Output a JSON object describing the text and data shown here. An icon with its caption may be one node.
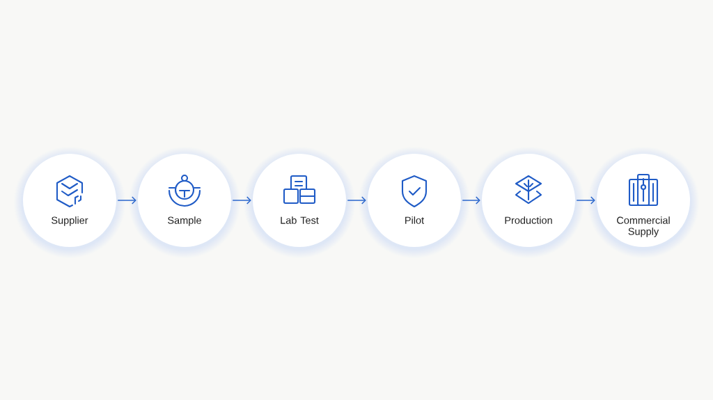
{
  "diagram": {
    "nodes": [
      {
        "text": [
          "Supplier"
        ]
      },
      {
        "text": [
          "Sample"
        ]
      },
      {
        "text": [
          "Lab Test"
        ]
      },
      {
        "text": [
          "Pilot"
        ]
      },
      {
        "text": [
          "Production"
        ]
      },
      {
        "text": [
          "Commercial Supply"
        ]
      }
    ],
    "edges": [
      {
        "from": 0,
        "to": 1,
        "arrow": "to"
      },
      {
        "from": 1,
        "to": 2,
        "arrow": "to"
      },
      {
        "from": 2,
        "to": 3,
        "arrow": "to"
      },
      {
        "from": 3,
        "to": 4,
        "arrow": "to"
      },
      {
        "from": 4,
        "to": 5,
        "arrow": "to"
      }
    ]
  }
}
